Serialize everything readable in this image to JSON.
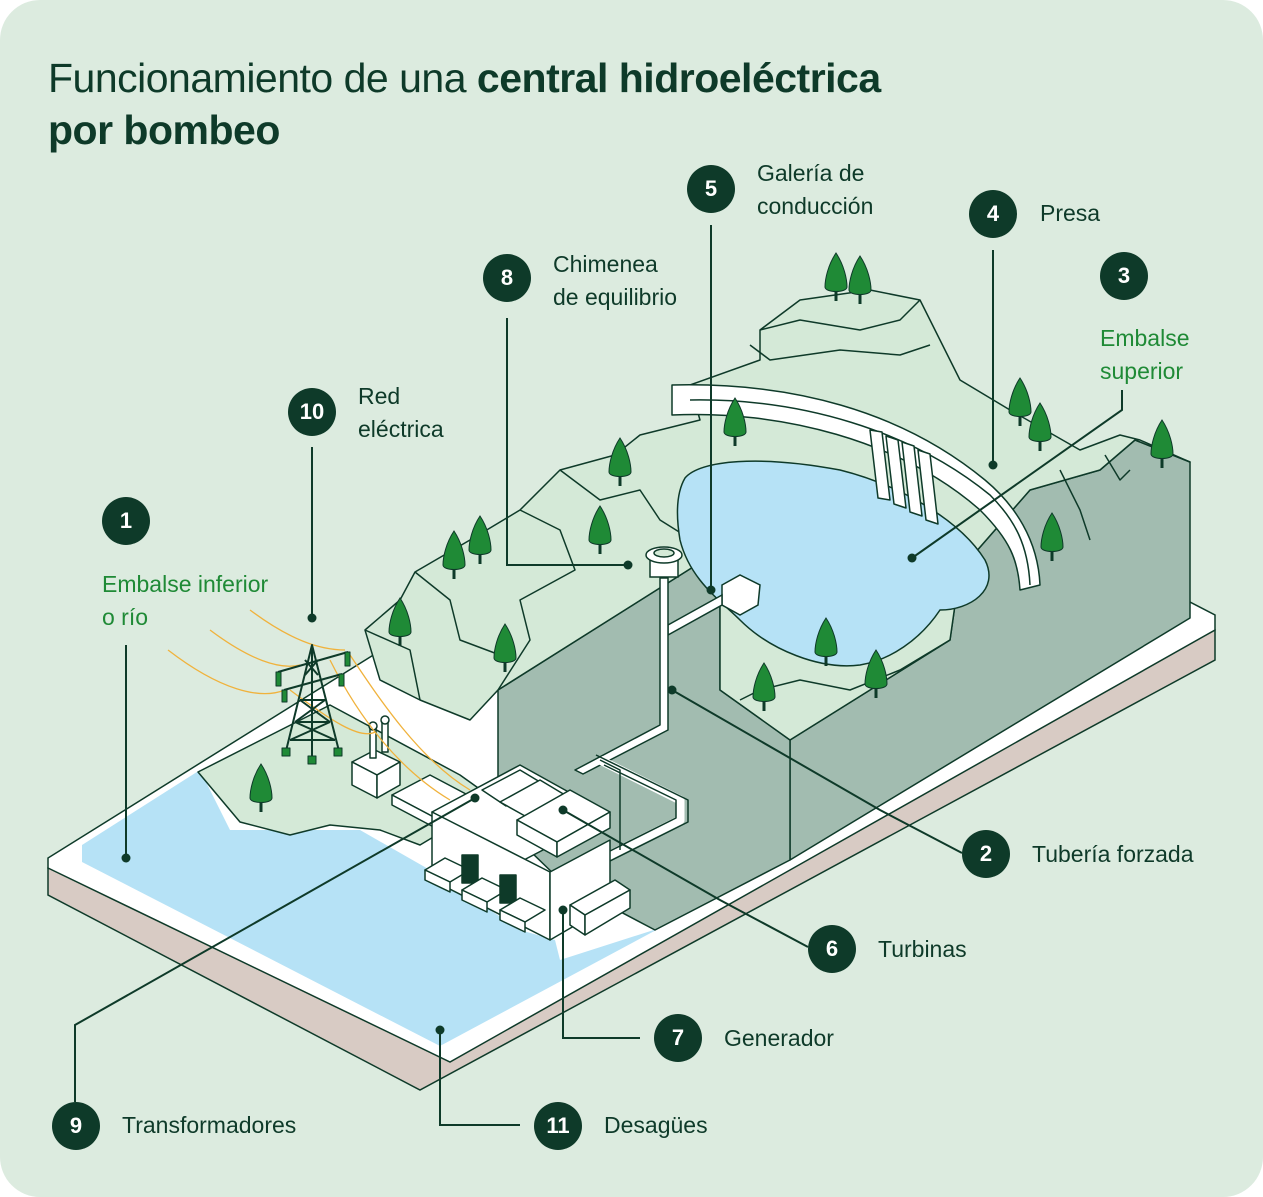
{
  "title": {
    "regular": "Funcionamiento de una ",
    "bold_line1": "central hidroeléctrica",
    "bold_line2": "por bombeo"
  },
  "colors": {
    "background": "#dcebdf",
    "dark_green": "#0e3a29",
    "accent_green": "#1f8a36",
    "water": "#b6e2f6",
    "land": "#d4e9d7",
    "cliff": "#a2bcb0",
    "tree": "#1f8a36",
    "cable": "#f0b23c",
    "base": "#d8cbc4"
  },
  "callouts": [
    {
      "number": "1",
      "label_line1": "Embalse inferior",
      "label_line2": "o río",
      "highlight": true
    },
    {
      "number": "2",
      "label_line1": "Tubería forzada",
      "label_line2": "",
      "highlight": false
    },
    {
      "number": "3",
      "label_line1": "Embalse",
      "label_line2": "superior",
      "highlight": true
    },
    {
      "number": "4",
      "label_line1": "Presa",
      "label_line2": "",
      "highlight": false
    },
    {
      "number": "5",
      "label_line1": "Galería de",
      "label_line2": "conducción",
      "highlight": false
    },
    {
      "number": "6",
      "label_line1": "Turbinas",
      "label_line2": "",
      "highlight": false
    },
    {
      "number": "7",
      "label_line1": "Generador",
      "label_line2": "",
      "highlight": false
    },
    {
      "number": "8",
      "label_line1": "Chimenea",
      "label_line2": "de equilibrio",
      "highlight": false
    },
    {
      "number": "9",
      "label_line1": "Transformadores",
      "label_line2": "",
      "highlight": false
    },
    {
      "number": "10",
      "label_line1": "Red",
      "label_line2": "eléctrica",
      "highlight": false
    },
    {
      "number": "11",
      "label_line1": "Desagües",
      "label_line2": "",
      "highlight": false
    }
  ]
}
